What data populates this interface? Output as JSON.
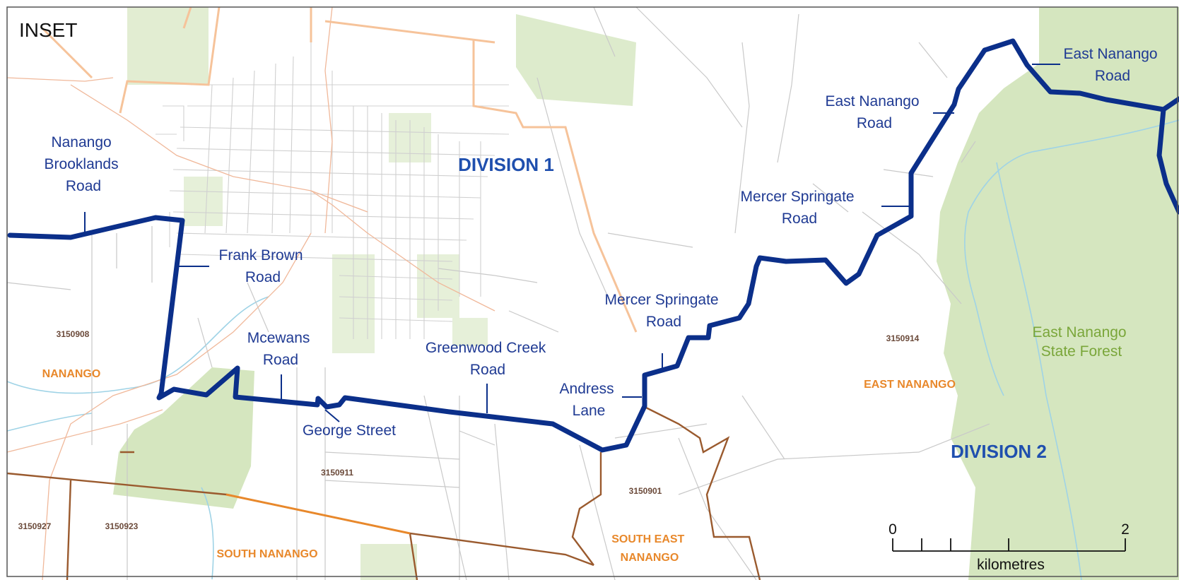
{
  "map": {
    "inset_label": "INSET",
    "divisions": [
      {
        "name": "DIVISION 1"
      },
      {
        "name": "DIVISION 2"
      }
    ],
    "road_labels": [
      {
        "lines": [
          "Nanango",
          "Brooklands",
          "Road"
        ]
      },
      {
        "lines": [
          "Frank Brown",
          "Road"
        ]
      },
      {
        "lines": [
          "Mcewans",
          "Road"
        ]
      },
      {
        "lines": [
          "George Street"
        ]
      },
      {
        "lines": [
          "Greenwood Creek",
          "Road"
        ]
      },
      {
        "lines": [
          "Andress",
          "Lane"
        ]
      },
      {
        "lines": [
          "Mercer Springate",
          "Road"
        ]
      },
      {
        "lines": [
          "Mercer Springate",
          "Road"
        ]
      },
      {
        "lines": [
          "East Nanango",
          "Road"
        ]
      },
      {
        "lines": [
          "East Nanango",
          "Road"
        ]
      }
    ],
    "localities": [
      {
        "lines": [
          "NANANGO"
        ]
      },
      {
        "lines": [
          "EAST NANANGO"
        ]
      },
      {
        "lines": [
          "SOUTH NANANGO"
        ]
      },
      {
        "lines": [
          "SOUTH EAST",
          "NANANGO"
        ]
      }
    ],
    "statistical_areas": [
      "3150908",
      "3150911",
      "3150901",
      "3150914",
      "3150927",
      "3150923"
    ],
    "forest_label": {
      "lines": [
        "East Nanango",
        "State Forest"
      ]
    },
    "scale_bar": {
      "start": "0",
      "end": "2",
      "unit": "kilometres"
    },
    "colors": {
      "boundary": "#0b2f8a",
      "locality_boundary": "#9a5a2e",
      "cadastre": "#c8c8c8",
      "forest": "#d5e6bf",
      "water": "#9fd3e6",
      "locality_text": "#e8882b"
    }
  }
}
